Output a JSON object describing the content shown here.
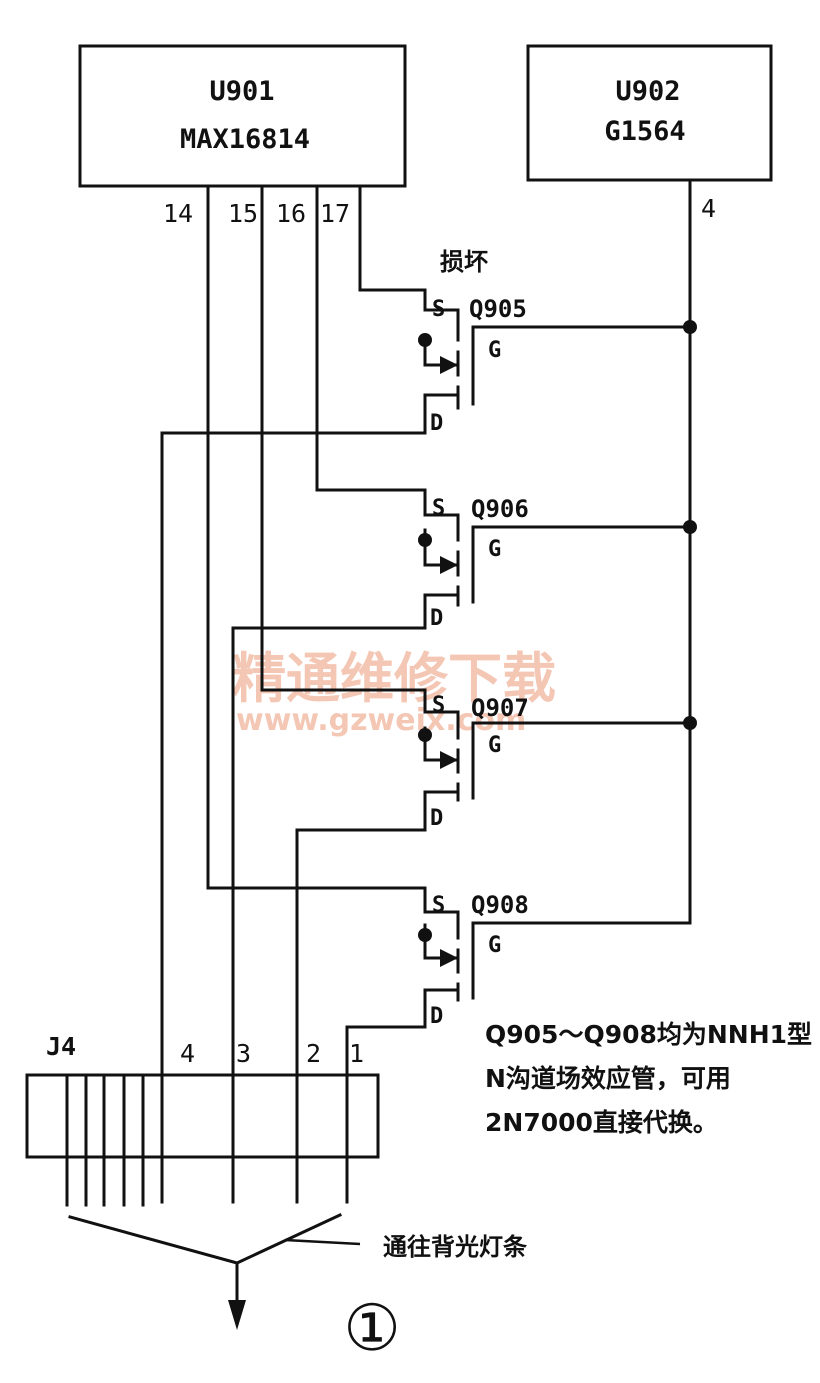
{
  "u901": {
    "ref": "U901",
    "part": "MAX16814",
    "pins": [
      "14",
      "15",
      "16",
      "17"
    ]
  },
  "u902": {
    "ref": "U902",
    "part": "G1564",
    "pin": "4"
  },
  "fault_note": "损坏",
  "mosfets": [
    {
      "ref": "Q905",
      "s": "S",
      "g": "G",
      "d": "D"
    },
    {
      "ref": "Q906",
      "s": "S",
      "g": "G",
      "d": "D"
    },
    {
      "ref": "Q907",
      "s": "S",
      "g": "G",
      "d": "D"
    },
    {
      "ref": "Q908",
      "s": "S",
      "g": "G",
      "d": "D"
    }
  ],
  "connector": {
    "ref": "J4",
    "pins": [
      "4",
      "3",
      "2",
      "1"
    ]
  },
  "note_lines": [
    "Q905～Q908均为NNH1型",
    "N沟道场效应管，可用",
    "2N7000直接代换。"
  ],
  "output_label": "通往背光灯条",
  "figure_number": "①",
  "watermark": {
    "line1": "精通维修下载",
    "line2": "www.gzweix.com"
  }
}
